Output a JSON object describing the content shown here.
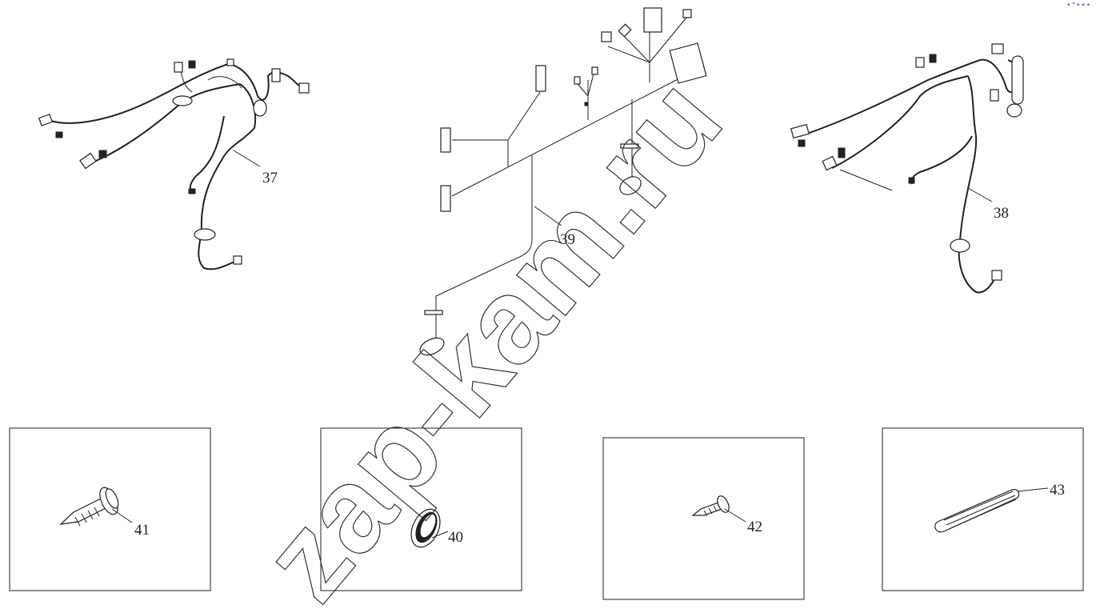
{
  "diagram": {
    "callouts": {
      "p37": "37",
      "p38": "38",
      "p39": "39",
      "p40": "40",
      "p41": "41",
      "p42": "42",
      "p43": "43"
    },
    "watermark": "zap-kam.ru"
  },
  "colors": {
    "line": "#222222",
    "background": "#ffffff",
    "corner_dots": "#5a5ad0"
  }
}
